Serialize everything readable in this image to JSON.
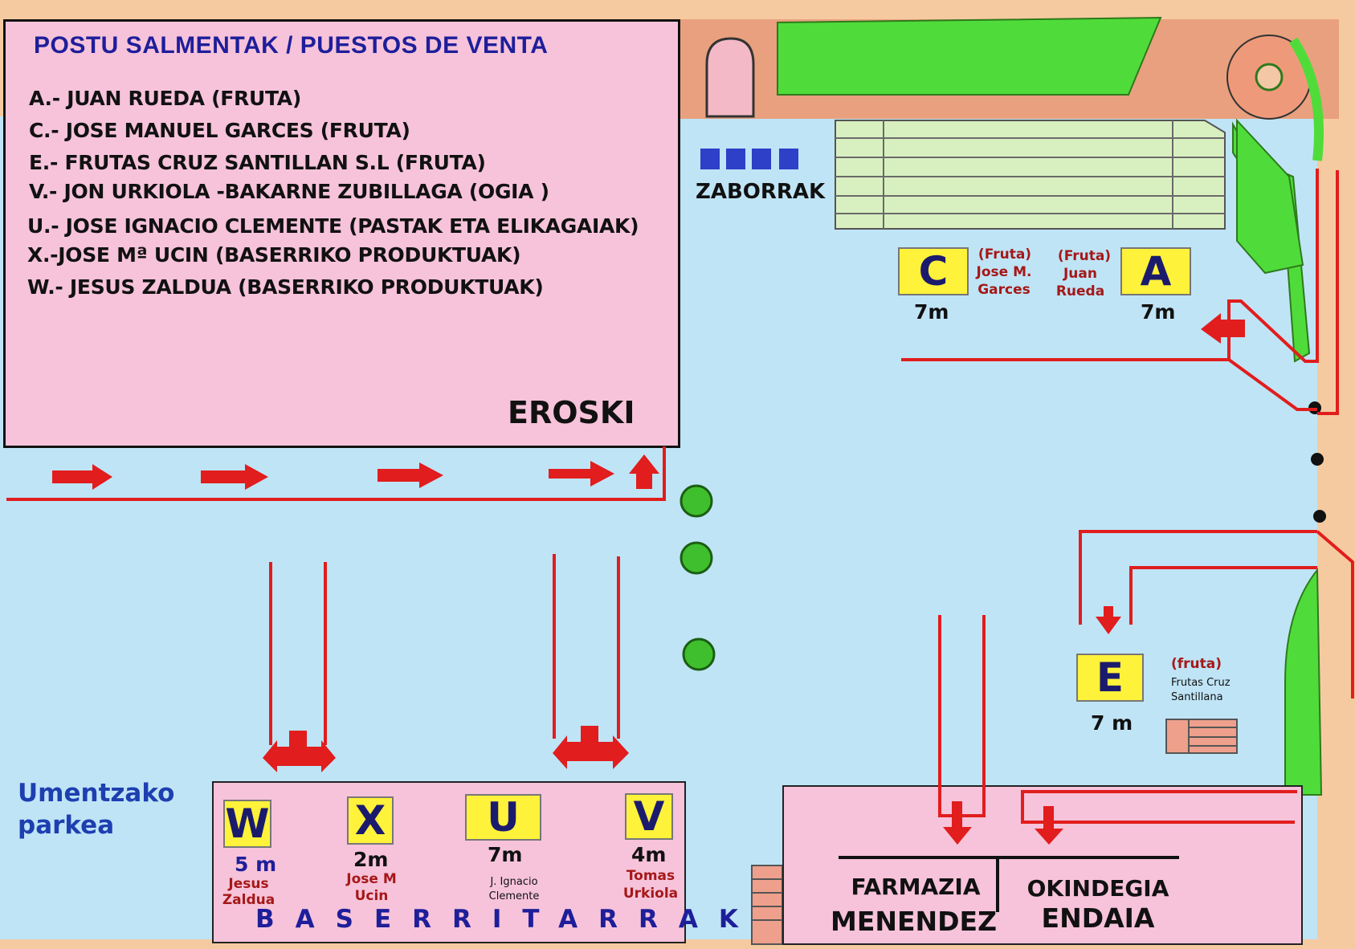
{
  "legend": {
    "title": "POSTU SALMENTAK /  PUESTOS DE VENTA",
    "lines": [
      "A.- JUAN RUEDA (FRUTA)",
      "C.- JOSE MANUEL GARCES (FRUTA)",
      "E.- FRUTAS CRUZ SANTILLAN S.L (FRUTA)",
      "V.- JON URKIOLA -BAKARNE ZUBILLAGA  (OGIA )",
      "U.- JOSE IGNACIO CLEMENTE (PASTAK ETA ELIKAGAIAK)",
      "X.-JOSE Mª UCIN   (BASERRIKO PRODUKTUAK)",
      "W.- JESUS ZALDUA  (BASERRIKO PRODUKTUAK)"
    ]
  },
  "eroski": "EROSKI",
  "zaborrak": "ZABORRAK",
  "stalls": {
    "C": {
      "letter": "C",
      "size": "7m",
      "type": "(Fruta)",
      "vendor1": "Jose M.",
      "vendor2": "Garces"
    },
    "A": {
      "letter": "A",
      "size": "7m",
      "type": "(Fruta)",
      "vendor1": "Juan",
      "vendor2": "Rueda"
    },
    "E": {
      "letter": "E",
      "size": "7 m",
      "type": "(fruta)",
      "vendor1": "Frutas Cruz",
      "vendor2": "Santillana"
    },
    "W": {
      "letter": "W",
      "size": "5 m",
      "vendor1": "Jesus",
      "vendor2": "Zaldua"
    },
    "X": {
      "letter": "X",
      "size": "2m",
      "vendor1": "Jose M",
      "vendor2": "Ucin"
    },
    "U": {
      "letter": "U",
      "size": "7m",
      "vendor1": "J. Ignacio",
      "vendor2": "Clemente"
    },
    "V": {
      "letter": "V",
      "size": "4m",
      "vendor1": "Tomas",
      "vendor2": "Urkiola"
    }
  },
  "baserritarrak": "BASERRITARRAK",
  "farmazia": {
    "line1": "FARMAZIA",
    "line2": "MENENDEZ"
  },
  "okindegia": {
    "line1": "OKINDEGIA",
    "line2": "ENDAIA"
  },
  "park": {
    "line1": "Umentzako",
    "line2": "parkea"
  },
  "colors": {
    "route": "#e11d1d",
    "plaza": "#bfe4f6",
    "building": "#f6c3da",
    "stall": "#fff23a",
    "garden": "#4fdc3a",
    "pavement": "#f6caa0"
  }
}
